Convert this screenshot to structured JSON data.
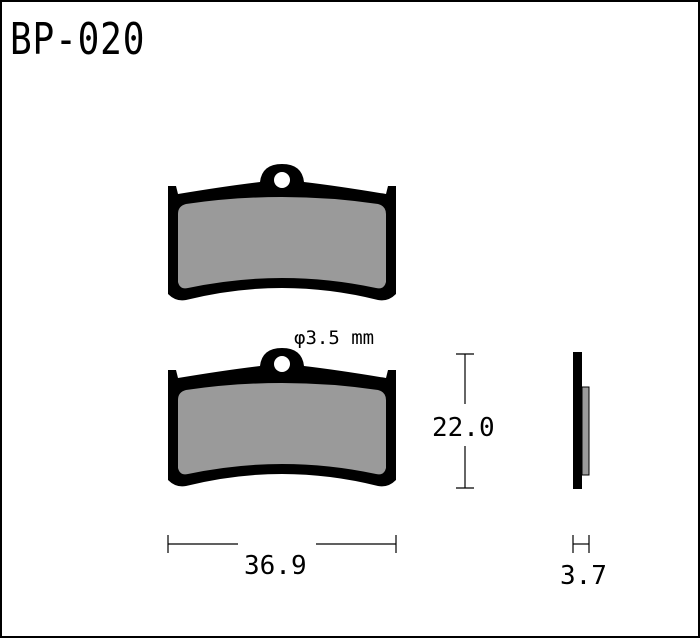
{
  "part_number": "BP-020",
  "hole_label": "φ3.5 mm",
  "dimensions": {
    "width": "36.9",
    "height": "22.0",
    "thickness": "3.7"
  },
  "colors": {
    "backing_plate": "#000000",
    "friction_material": "#9a9a9a",
    "line": "#000000"
  }
}
